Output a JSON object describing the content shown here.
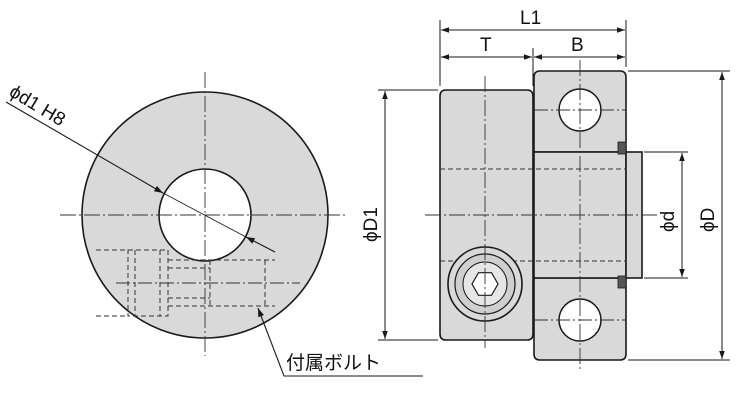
{
  "labels": {
    "bore": "ϕd1 H8",
    "L1": "L1",
    "T": "T",
    "B": "B",
    "D1": "ϕD1",
    "d": "ϕd",
    "D": "ϕD",
    "bolt": "付属ボルト"
  },
  "colors": {
    "fill": "#d9d9d9",
    "line": "#1a1a1a",
    "center": "#333333"
  }
}
